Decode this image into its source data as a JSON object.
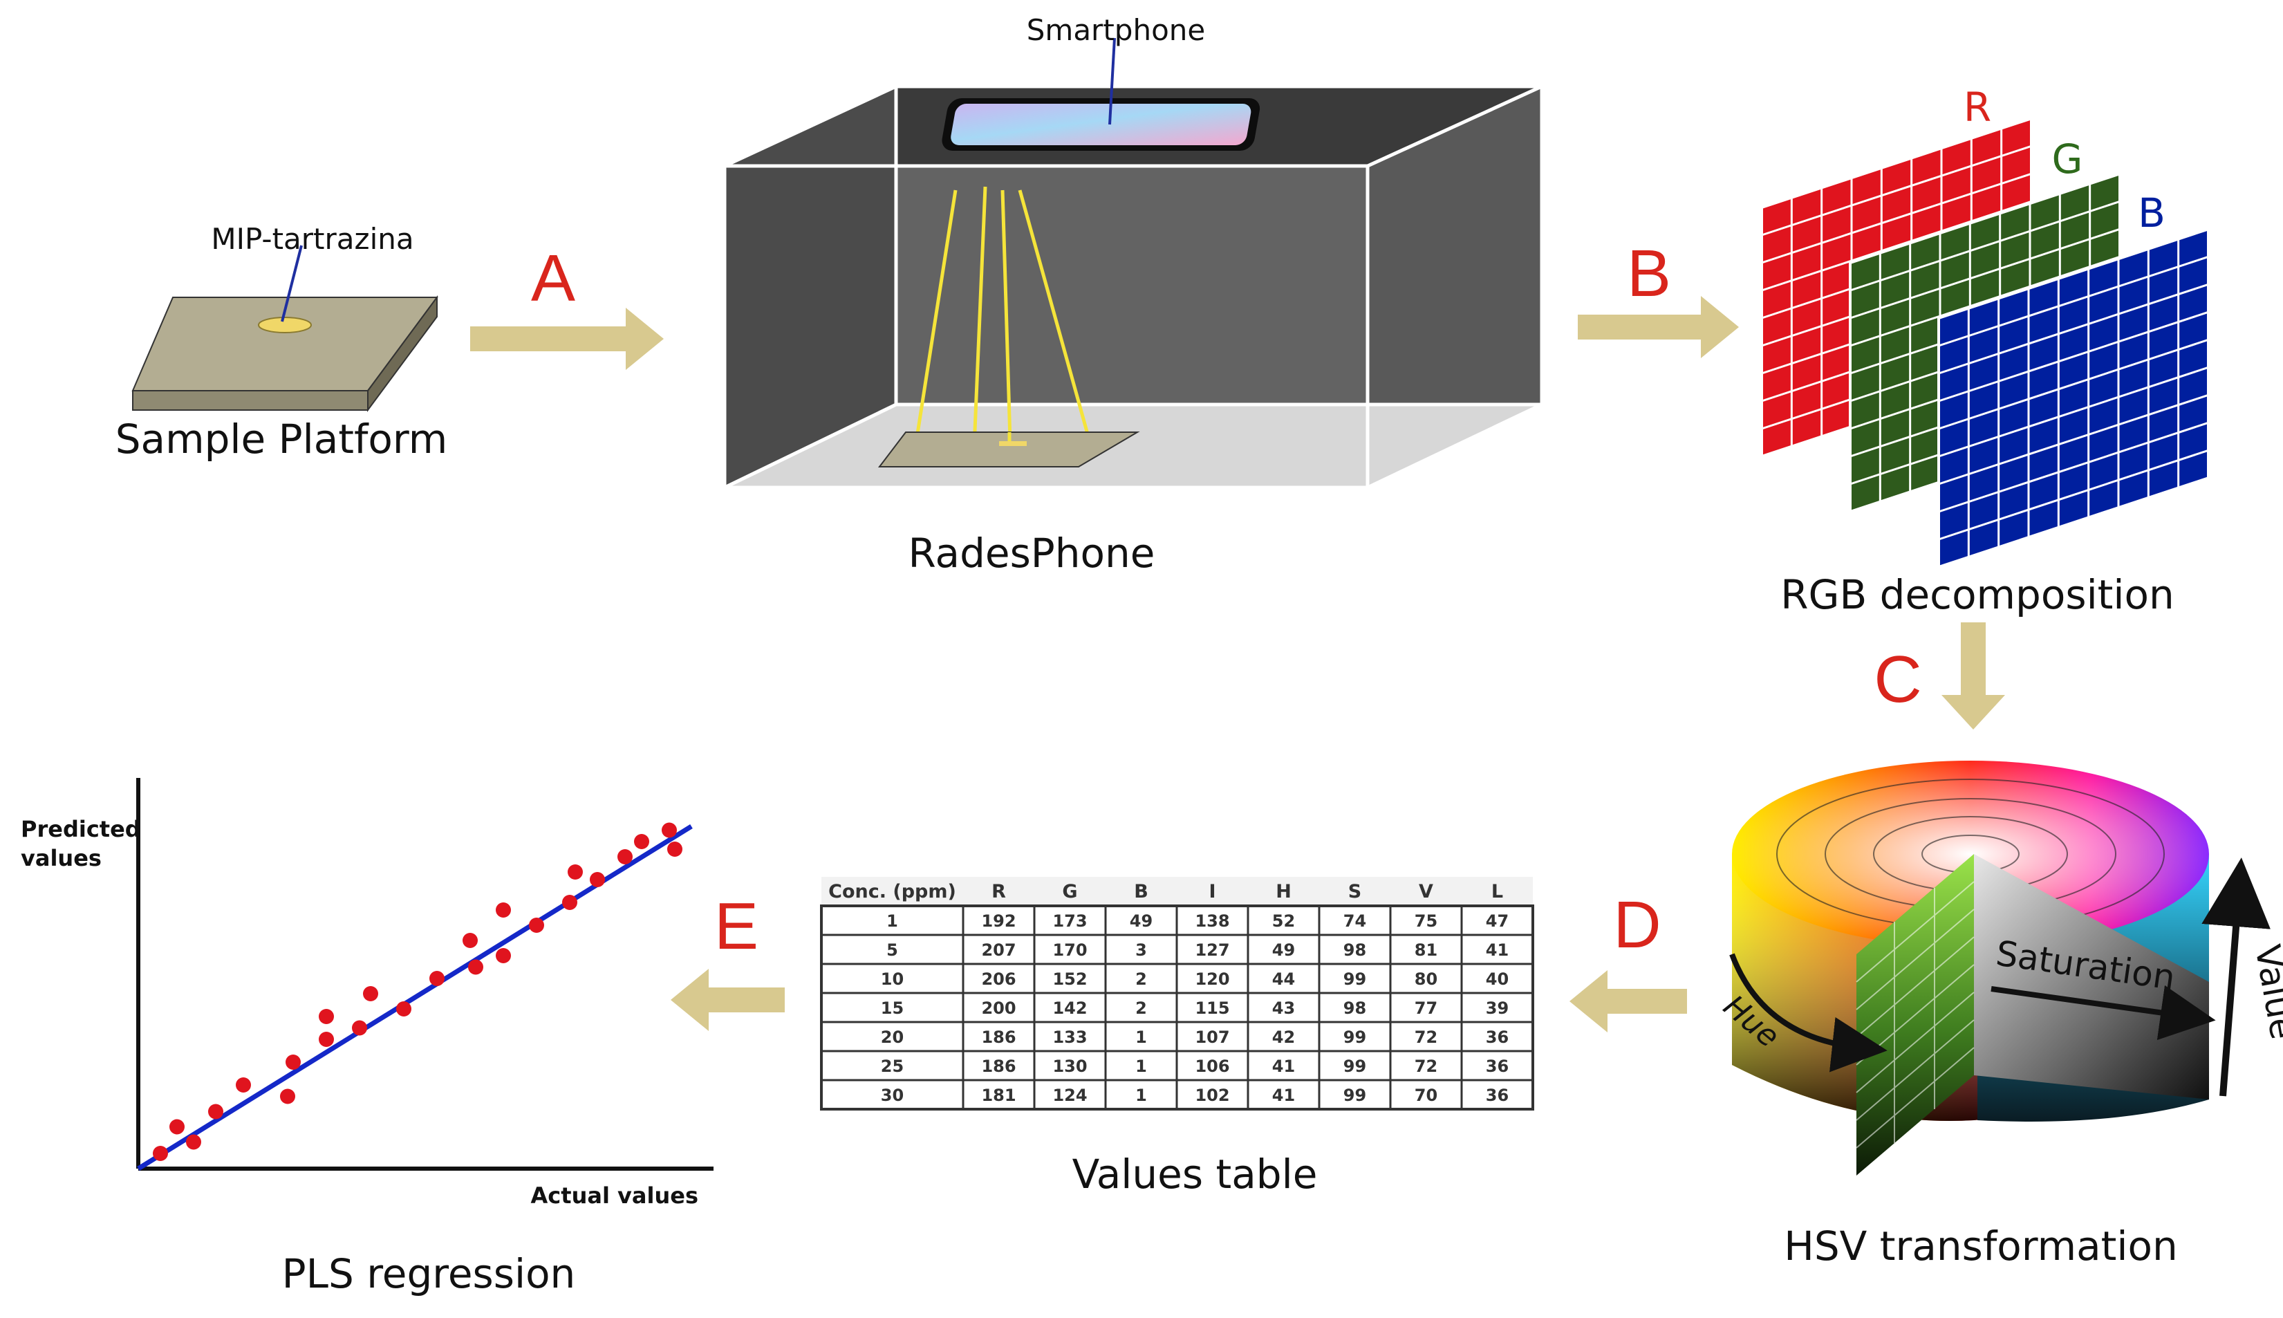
{
  "labels": {
    "smartphone": "Smartphone",
    "mip": "MIP-tartrazina",
    "sample_platform": "Sample Platform",
    "radesphone": "RadesPhone",
    "rgb_decomposition": "RGB decomposition",
    "hsv_transformation": "HSV transformation",
    "values_table": "Values table",
    "pls_regression": "PLS regression"
  },
  "steps": {
    "a": "A",
    "b": "B",
    "c": "C",
    "d": "D",
    "e": "E"
  },
  "channels": {
    "r": "R",
    "g": "G",
    "b": "B"
  },
  "hsv": {
    "hue": "Hue",
    "saturation": "Saturation",
    "value": "Value"
  },
  "colors": {
    "arrow": "#d8c98f",
    "step_letter": "#d9251c",
    "box": "#5f5f5f",
    "red": "#e0141e",
    "green": "#2e5a1c",
    "blue": "#001f9e",
    "points": "#e0141e",
    "fit_line": "#1428c8"
  },
  "table": {
    "headers": [
      "Conc. (ppm)",
      "R",
      "G",
      "B",
      "I",
      "H",
      "S",
      "V",
      "L"
    ],
    "rows": [
      [
        "1",
        "192",
        "173",
        "49",
        "138",
        "52",
        "74",
        "75",
        "47"
      ],
      [
        "5",
        "207",
        "170",
        "3",
        "127",
        "49",
        "98",
        "81",
        "41"
      ],
      [
        "10",
        "206",
        "152",
        "2",
        "120",
        "44",
        "99",
        "80",
        "40"
      ],
      [
        "15",
        "200",
        "142",
        "2",
        "115",
        "43",
        "98",
        "77",
        "39"
      ],
      [
        "20",
        "186",
        "133",
        "1",
        "107",
        "42",
        "99",
        "72",
        "36"
      ],
      [
        "25",
        "186",
        "130",
        "1",
        "106",
        "41",
        "99",
        "72",
        "36"
      ],
      [
        "30",
        "181",
        "124",
        "1",
        "102",
        "41",
        "99",
        "70",
        "36"
      ]
    ]
  },
  "chart_data": {
    "type": "scatter",
    "xlabel": "Actual values",
    "ylabel": "Predicted values",
    "xlim": [
      0,
      100
    ],
    "ylim": [
      0,
      100
    ],
    "grid": false,
    "points": [
      [
        4,
        4
      ],
      [
        7,
        11
      ],
      [
        10,
        7
      ],
      [
        14,
        15
      ],
      [
        19,
        22
      ],
      [
        27,
        19
      ],
      [
        28,
        28
      ],
      [
        34,
        34
      ],
      [
        34,
        40
      ],
      [
        40,
        37
      ],
      [
        42,
        46
      ],
      [
        48,
        42
      ],
      [
        54,
        50
      ],
      [
        60,
        60
      ],
      [
        61,
        53
      ],
      [
        66,
        56
      ],
      [
        66,
        68
      ],
      [
        72,
        64
      ],
      [
        78,
        70
      ],
      [
        79,
        78
      ],
      [
        83,
        76
      ],
      [
        88,
        82
      ],
      [
        91,
        86
      ],
      [
        96,
        89
      ],
      [
        97,
        84
      ]
    ],
    "fit_line": [
      [
        0,
        0
      ],
      [
        100,
        90
      ]
    ]
  }
}
